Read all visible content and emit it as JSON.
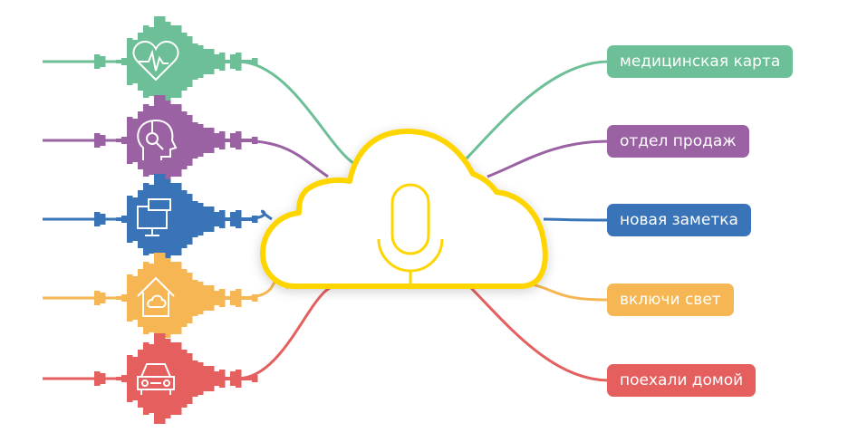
{
  "cloud": {
    "icon": "microphone-icon",
    "color": "#ffd500"
  },
  "items": [
    {
      "label": "медицинская карта",
      "icon": "heart-pulse-icon",
      "color": "#6cbf96"
    },
    {
      "label": "отдел продаж",
      "icon": "headset-head-icon",
      "color": "#9a62a3"
    },
    {
      "label": "новая заметка",
      "icon": "monitor-chat-icon",
      "color": "#3a74b8"
    },
    {
      "label": "включи свет",
      "icon": "smart-home-icon",
      "color": "#f5b653"
    },
    {
      "label": "поехали домой",
      "icon": "car-icon",
      "color": "#e55f5f"
    }
  ]
}
